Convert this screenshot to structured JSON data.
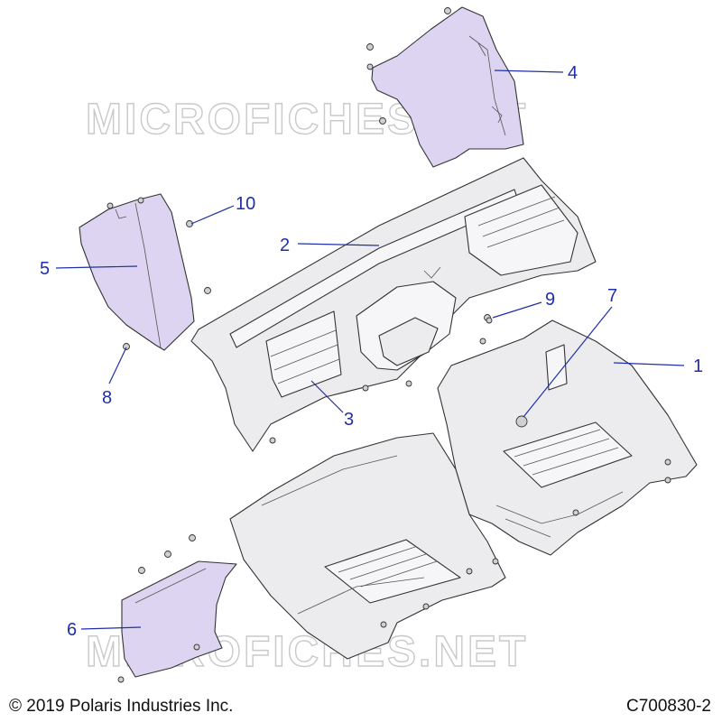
{
  "watermark": "MICROFICHES.NET",
  "callouts": [
    {
      "id": "1",
      "label": "1"
    },
    {
      "id": "2",
      "label": "2"
    },
    {
      "id": "3",
      "label": "3"
    },
    {
      "id": "4",
      "label": "4"
    },
    {
      "id": "5",
      "label": "5"
    },
    {
      "id": "6",
      "label": "6"
    },
    {
      "id": "7",
      "label": "7"
    },
    {
      "id": "8",
      "label": "8"
    },
    {
      "id": "9",
      "label": "9"
    },
    {
      "id": "10",
      "label": "10"
    }
  ],
  "footer": {
    "copyright": "© 2019 Polaris Industries Inc.",
    "code": "C700830-2"
  },
  "colors": {
    "callout": "#1f2fa8",
    "panel_tint": "#ddd4f2",
    "part_fill": "#ececef"
  }
}
